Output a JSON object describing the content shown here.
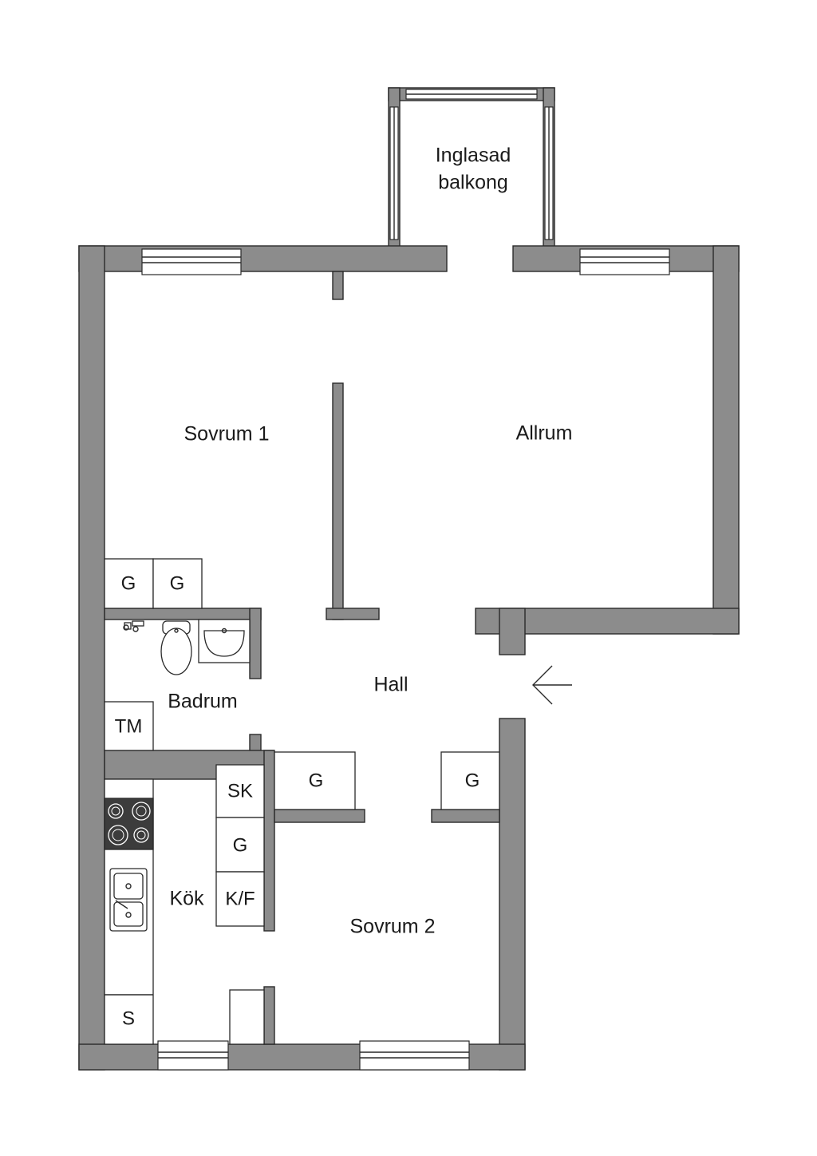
{
  "rooms": {
    "balcony": {
      "line1": "Inglasad",
      "line2": "balkong"
    },
    "bedroom1": "Sovrum 1",
    "living": "Allrum",
    "hall": "Hall",
    "bathroom": "Badrum",
    "kitchen": "Kök",
    "bedroom2": "Sovrum 2"
  },
  "storage": {
    "wardrobe": "G",
    "washing_machine": "TM",
    "broom_cupboard": "SK",
    "fridge_freezer": "K/F",
    "storage": "S"
  },
  "colors": {
    "wall": "#8c8c8c",
    "outline": "#2a2a2a",
    "background": "#ffffff"
  }
}
